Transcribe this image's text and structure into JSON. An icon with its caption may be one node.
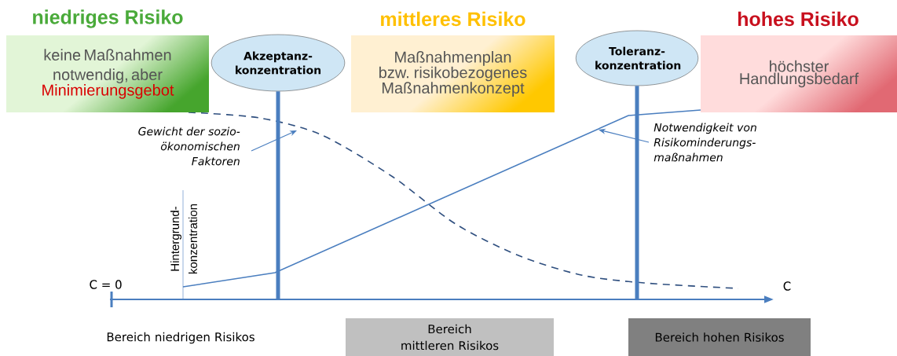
{
  "diagram": {
    "nodes": [
      {
        "text": [
          "niedriges Risiko",
          "keine Maßnahmen notwendig, aber",
          "Minimierungsgebot"
        ]
      },
      {
        "text": [
          "Akzeptanz- konzentration"
        ]
      },
      {
        "text": [
          "mittleres Risiko",
          "Maßnahmenplan bzw. risikobezogenes Maßnahmenkonzept"
        ]
      },
      {
        "text": [
          "Toleranz- konzentration"
        ]
      },
      {
        "text": [
          "hohes Risiko",
          "höchster Handlungsbedarf"
        ]
      },
      {
        "text": [
          "Gewicht der sozio- ökonomischen Faktoren"
        ]
      },
      {
        "text": [
          "Notwendigkeit von Risikominderungs- maßnahmen"
        ]
      },
      {
        "text": [
          "Bereich mittleren Risikos"
        ]
      },
      {
        "text": [
          "Bereich hohen Risikos"
        ]
      }
    ],
    "edges": [
      {
        "from": 1,
        "to": null,
        "arrow": "none",
        "style": "thick"
      },
      {
        "from": 3,
        "to": null,
        "arrow": "none",
        "style": "thick"
      },
      {
        "from": 5,
        "to": null,
        "arrow": "to"
      },
      {
        "from": 6,
        "to": null,
        "arrow": "to"
      }
    ],
    "labels": [
      "Hintergrund- konzentration",
      "C = 0",
      "C",
      "Bereich niedrigen Risikos"
    ]
  }
}
